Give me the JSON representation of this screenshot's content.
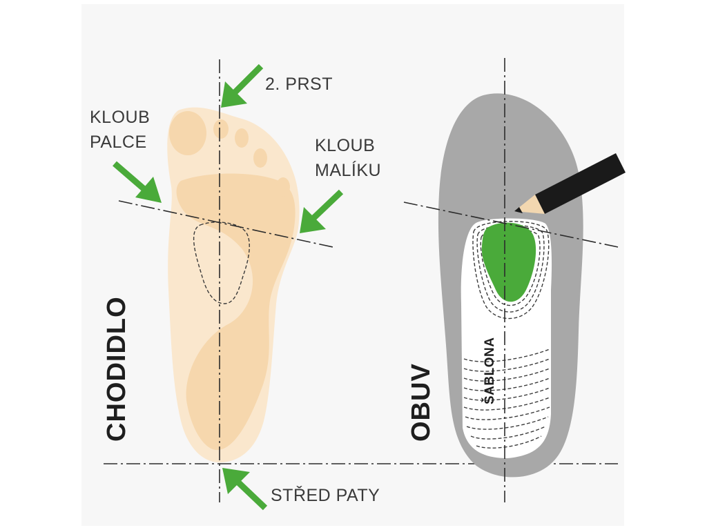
{
  "labels": {
    "second_toe": "2. PRST",
    "big_toe_joint_line1": "KLOUB",
    "big_toe_joint_line2": "PALCE",
    "little_toe_joint_line1": "KLOUB",
    "little_toe_joint_line2": "MALÍKU",
    "heel_center": "STŘED PATY",
    "foot": "CHODIDLO",
    "shoe": "OBUV",
    "template": "ŠABLONA"
  },
  "colors": {
    "arrow": "#4aaa3a",
    "template_fill": "#4aaa3a",
    "foot_light": "#fae7cd",
    "foot_mid": "#f6d7ad",
    "shoe_gray": "#a8a8a8",
    "template_white": "#ffffff",
    "pencil": "#1a1a1a",
    "background": "#f7f7f7"
  },
  "icons": {
    "pencil": "pencil-icon",
    "arrows": "green-arrow-icon"
  }
}
